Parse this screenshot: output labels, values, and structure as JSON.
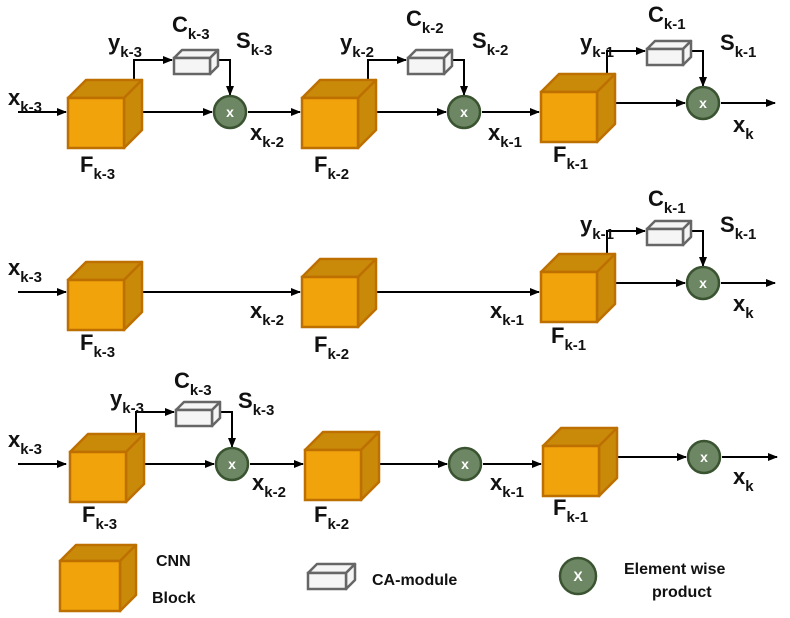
{
  "colors": {
    "cnn_front": "#f0a30a",
    "cnn_side": "#c98a0a",
    "cnn_stroke": "#bd7000",
    "ca_fill": "#f5f5f5",
    "ca_stroke": "#666666",
    "mul_fill": "#6d8764",
    "mul_stroke": "#3a5431",
    "line": "#000000"
  },
  "mul_symbol": "x",
  "rows": [
    {
      "x_in": {
        "base": "x",
        "sub": "k-3"
      },
      "blocks": [
        {
          "base": "F",
          "sub": "k-3"
        },
        {
          "base": "F",
          "sub": "k-2"
        },
        {
          "base": "F",
          "sub": "k-1"
        }
      ],
      "ca": [
        {
          "y": {
            "base": "y",
            "sub": "k-3"
          },
          "c": {
            "base": "C",
            "sub": "k-3"
          },
          "s": {
            "base": "S",
            "sub": "k-3"
          }
        },
        {
          "y": {
            "base": "y",
            "sub": "k-2"
          },
          "c": {
            "base": "C",
            "sub": "k-2"
          },
          "s": {
            "base": "S",
            "sub": "k-2"
          }
        },
        {
          "y": {
            "base": "y",
            "sub": "k-1"
          },
          "c": {
            "base": "C",
            "sub": "k-1"
          },
          "s": {
            "base": "S",
            "sub": "k-1"
          }
        }
      ],
      "outputs": [
        {
          "base": "x",
          "sub": "k-2"
        },
        {
          "base": "x",
          "sub": "k-1"
        },
        {
          "base": "x",
          "sub": "k"
        }
      ]
    },
    {
      "x_in": {
        "base": "x",
        "sub": "k-3"
      },
      "blocks": [
        {
          "base": "F",
          "sub": "k-3"
        },
        {
          "base": "F",
          "sub": "k-2"
        },
        {
          "base": "F",
          "sub": "k-1"
        }
      ],
      "ca": [
        {
          "y": {
            "base": "y",
            "sub": "k-1"
          },
          "c": {
            "base": "C",
            "sub": "k-1"
          },
          "s": {
            "base": "S",
            "sub": "k-1"
          }
        }
      ],
      "outputs": [
        {
          "base": "x",
          "sub": "k-2"
        },
        {
          "base": "x",
          "sub": "k-1"
        },
        {
          "base": "x",
          "sub": "k"
        }
      ]
    },
    {
      "x_in": {
        "base": "x",
        "sub": "k-3"
      },
      "blocks": [
        {
          "base": "F",
          "sub": "k-3"
        },
        {
          "base": "F",
          "sub": "k-2"
        },
        {
          "base": "F",
          "sub": "k-1"
        }
      ],
      "ca": [
        {
          "y": {
            "base": "y",
            "sub": "k-3"
          },
          "c": {
            "base": "C",
            "sub": "k-3"
          },
          "s": {
            "base": "S",
            "sub": "k-3"
          }
        }
      ],
      "outputs": [
        {
          "base": "x",
          "sub": "k-2"
        },
        {
          "base": "x",
          "sub": "k-1"
        },
        {
          "base": "x",
          "sub": "k"
        }
      ]
    }
  ],
  "legend": {
    "cnn_line1": "CNN",
    "cnn_line2": "Block",
    "ca": "CA-module",
    "mul_symbol": "X",
    "mul_line1": "Element wise",
    "mul_line2": "product"
  }
}
